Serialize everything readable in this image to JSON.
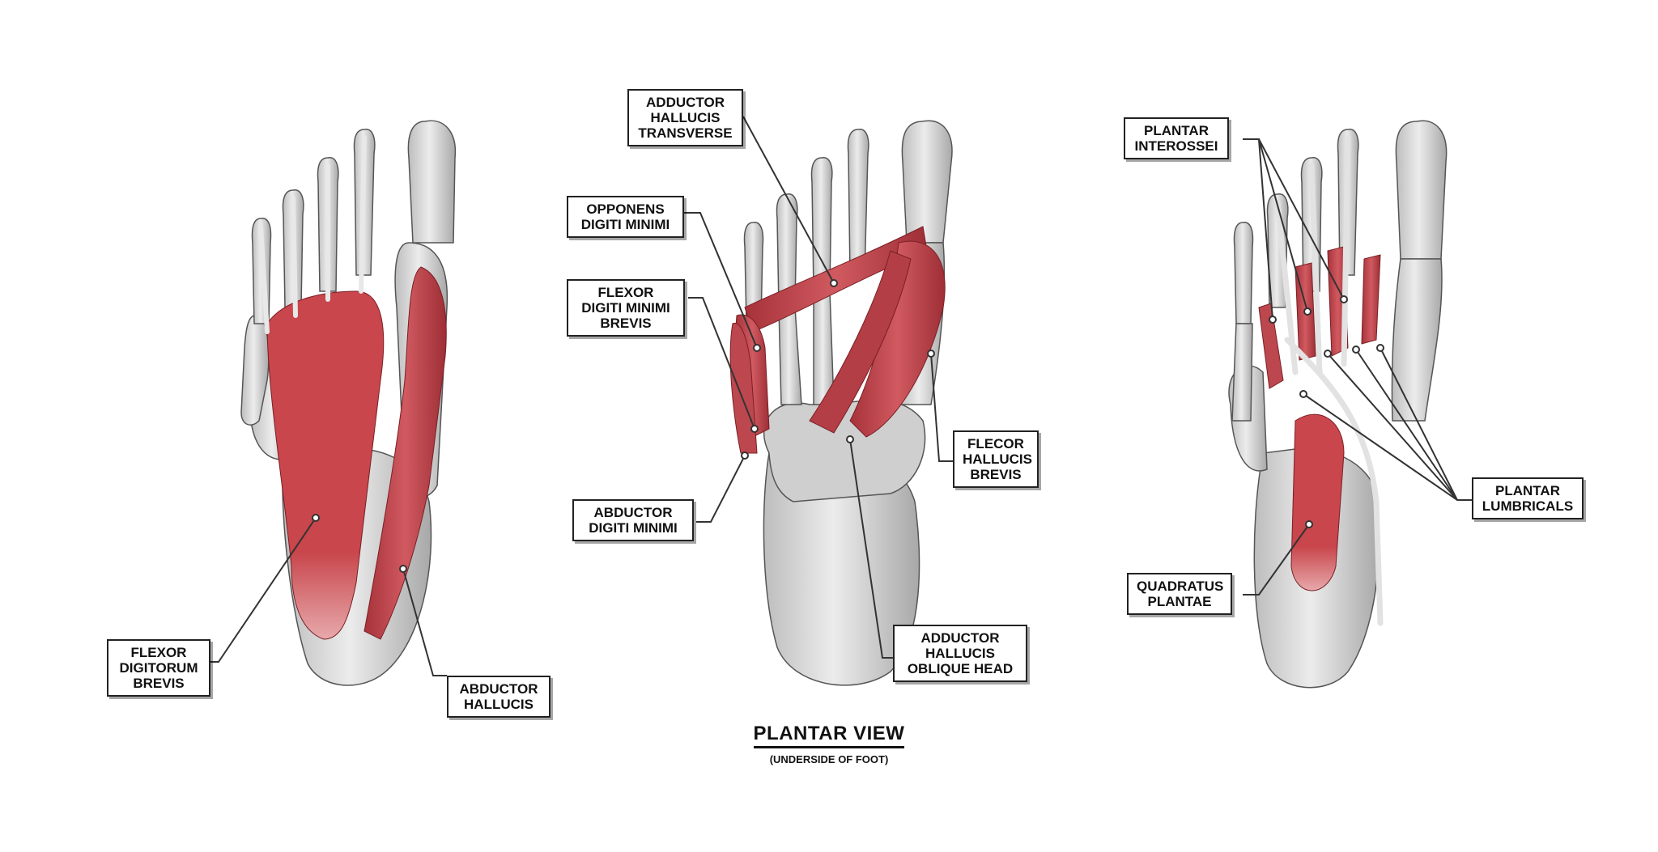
{
  "title": "PLANTAR VIEW",
  "subtitle": "(UNDERSIDE OF FOOT)",
  "colors": {
    "muscle": "#c8464c",
    "bone": "#d9d9d9",
    "tendon": "#e6e6e6",
    "line": "#333333"
  },
  "labels": {
    "flexor_digitorum_brevis": [
      "FLEXOR",
      "DIGITORUM",
      "BREVIS"
    ],
    "abductor_hallucis": [
      "ABDUCTOR",
      "HALLUCIS"
    ],
    "adductor_hallucis_transverse": [
      "ADDUCTOR",
      "HALLUCIS",
      "TRANSVERSE"
    ],
    "opponens_digiti_minimi": [
      "OPPONENS",
      "DIGITI MINIMI"
    ],
    "flexor_digiti_minimi_brevis": [
      "FLEXOR",
      "DIGITI MINIMI",
      "BREVIS"
    ],
    "abductor_digiti_minimi": [
      "ABDUCTOR",
      "DIGITI MINIMI"
    ],
    "flecor_hallucis_brevis": [
      "FLECOR",
      "HALLUCIS",
      "BREVIS"
    ],
    "adductor_hallucis_oblique_head": [
      "ADDUCTOR",
      "HALLUCIS",
      "OBLIQUE HEAD"
    ],
    "plantar_interossei": [
      "PLANTAR",
      "INTEROSSEI"
    ],
    "plantar_lumbricals": [
      "PLANTAR",
      "LUMBRICALS"
    ],
    "quadratus_plantae": [
      "QUADRATUS",
      "PLANTAE"
    ]
  }
}
